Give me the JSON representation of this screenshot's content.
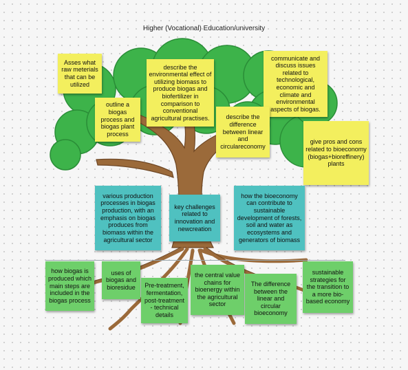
{
  "title": "Higher (Vocational) Education/university",
  "colors": {
    "yellow": "#f3ef5e",
    "teal": "#4fc1c0",
    "green": "#6ecf6a",
    "foliage": "#3db34a",
    "trunk": "#9b6a3a"
  },
  "notes": {
    "yellow": [
      "Asses what raw meterials that can be utilized",
      "outline a biogas process and biogas plant process",
      "describe the environmental effect of utilizing biomass to produce biogas and biofertilizer in comparison to conventional agricultural practises.",
      "communicate and discuss issues related to technological, economic and climate and environmental aspects of biogas.",
      "describe the difference between linear and circulareconomy",
      "give pros and cons related to bioeconomy (biogas+bioreffinery) plants"
    ],
    "teal": [
      "various production processes in biogas production, with an emphasis on biogas produces from biomass within the agricultural sector",
      "key challenges related to innovation and newcreation",
      "how the bioeconomy can contribute to sustainable development of forests, soil and water as ecosystems and generators of biomass"
    ],
    "green": [
      "how biogas is produced which main steps are included in the biogas process",
      "uses of biogas and bioresidue",
      "Pre-treatment, fermentation, post-treatment - technical details",
      "the central value chains for bioenergy within the agricultural sector",
      "The difference between the linear and circular bioeconomy",
      "sustainable strategies for the transition to a more bio-based economy"
    ]
  }
}
